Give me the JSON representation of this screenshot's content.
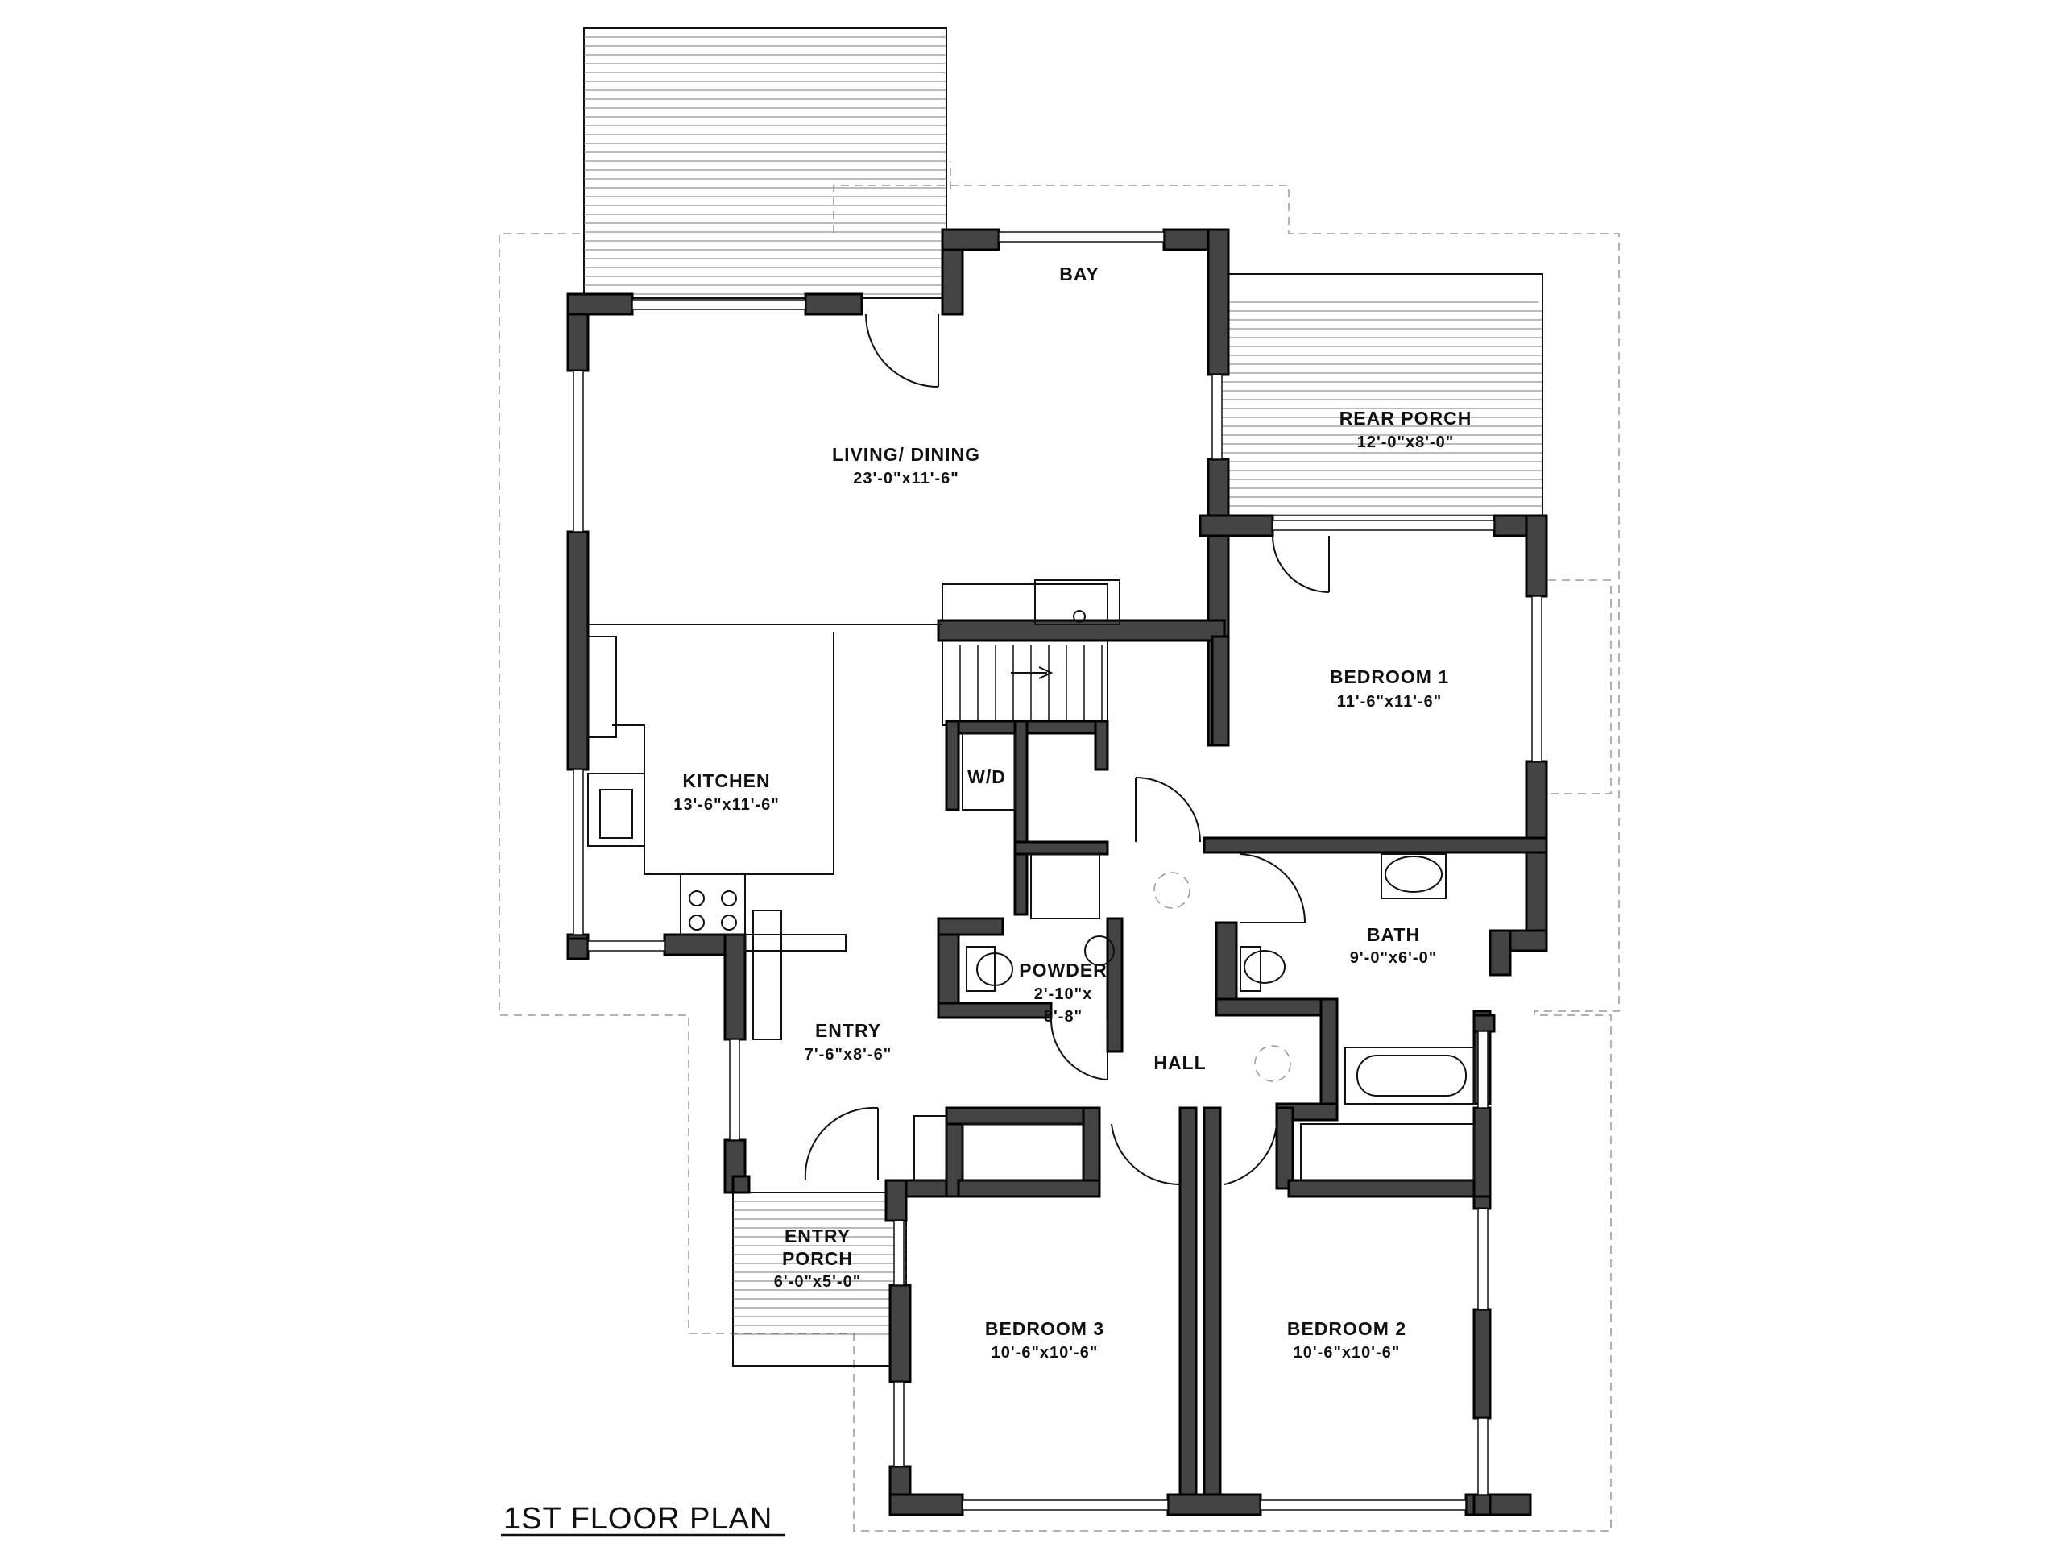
{
  "plan": {
    "title": "1ST FLOOR PLAN",
    "rooms": {
      "bay": {
        "name": "BAY"
      },
      "rear_porch": {
        "name": "REAR PORCH",
        "dims": "12'-0\"x8'-0\""
      },
      "living": {
        "name": "LIVING/ DINING",
        "dims": "23'-0\"x11'-6\""
      },
      "bedroom1": {
        "name": "BEDROOM 1",
        "dims": "11'-6\"x11'-6\""
      },
      "kitchen": {
        "name": "KITCHEN",
        "dims": "13'-6\"x11'-6\""
      },
      "wd": {
        "name": "W/D"
      },
      "bath": {
        "name": "BATH",
        "dims": "9'-0\"x6'-0\""
      },
      "powder": {
        "name": "POWDER",
        "dims1": "2'-10\"x",
        "dims2": "5'-8\""
      },
      "entry": {
        "name": "ENTRY",
        "dims": "7'-6\"x8'-6\""
      },
      "hall": {
        "name": "HALL"
      },
      "entry_porch": {
        "name1": "ENTRY",
        "name2": "PORCH",
        "dims": "6'-0\"x5'-0\""
      },
      "bedroom3": {
        "name": "BEDROOM 3",
        "dims": "10'-6\"x10'-6\""
      },
      "bedroom2": {
        "name": "BEDROOM 2",
        "dims": "10'-6\"x10'-6\""
      }
    },
    "colors": {
      "wall": "#444444",
      "line": "#111111",
      "dashed": "#999999"
    }
  }
}
